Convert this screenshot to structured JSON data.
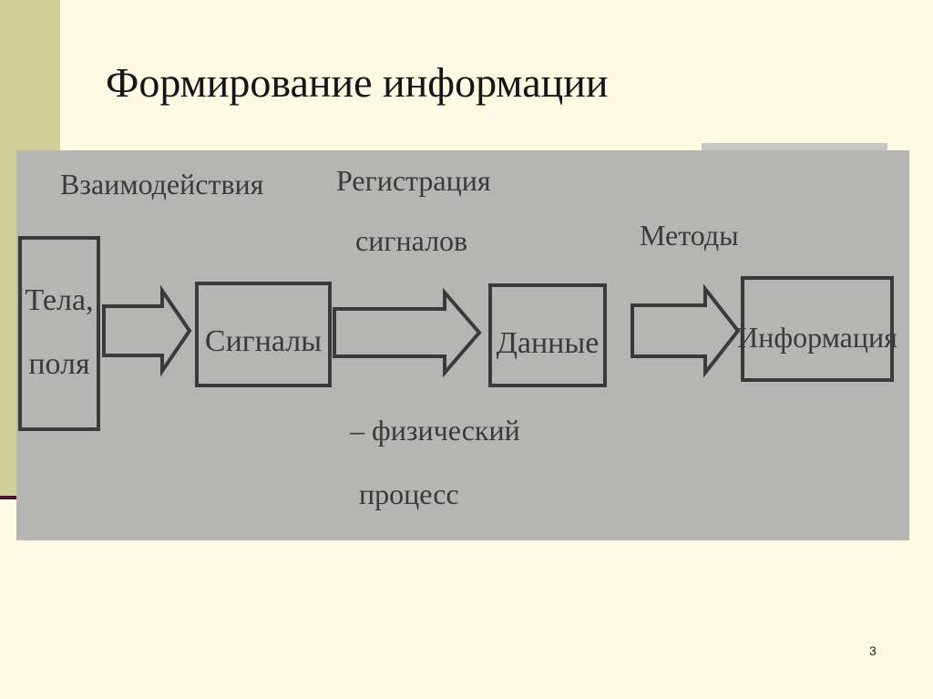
{
  "slide": {
    "title": "Формирование информации",
    "number": "3"
  },
  "diagram": {
    "nodes": {
      "bodies": [
        "Тела,",
        "поля"
      ],
      "signals": "Сигналы",
      "data": "Данные",
      "information": "Информация"
    },
    "edges": {
      "interactions": "Взаимодействия",
      "registration": [
        "Регистрация",
        "сигналов"
      ],
      "physical_process": [
        "– физический",
        "процесс"
      ],
      "methods": "Методы"
    }
  },
  "colors": {
    "background": "#fdfbe3",
    "accent_band": "#cfcf97",
    "accent_rule": "#4a1430",
    "diagram_background": "#b5b5b3",
    "ink": "#3a3a3a"
  }
}
